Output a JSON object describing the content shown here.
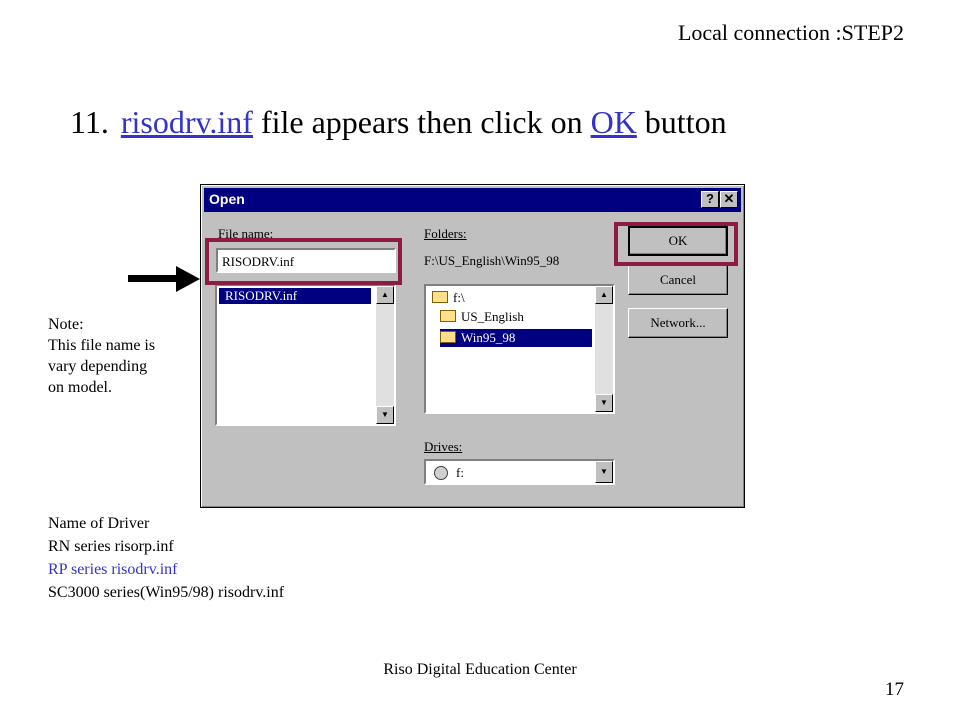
{
  "slide": {
    "header": "Local connection :STEP2",
    "step_number": "11.",
    "step_link_file": "risodrv.inf",
    "step_middle": " file appears then click on ",
    "step_link_ok": "OK",
    "step_end": " button",
    "note_title": "Note:",
    "note_lines": [
      "This file name is",
      "vary depending",
      "on model."
    ],
    "driver_list_title": "Name of Driver",
    "driver_rows": [
      "RN series   risorp.inf",
      "RP series   risodrv.inf",
      "SC3000 series(Win95/98) risodrv.inf"
    ],
    "footer": "Riso Digital Education Center",
    "page_number": "17",
    "highlight_color": "#8b1c44",
    "link_color": "#3333cc"
  },
  "dialog": {
    "title": "Open",
    "help_button": "?",
    "close_button": "✕",
    "file_name_label": "File name:",
    "file_name_value": "RISODRV.inf",
    "files": [
      "RISODRV.inf"
    ],
    "folders_label": "Folders:",
    "current_path": "F:\\US_English\\Win95_98",
    "folders": [
      "f:\\",
      "US_English",
      "Win95_98"
    ],
    "drives_label": "Drives:",
    "drive_value": "f:",
    "ok_label": "OK",
    "cancel_label": "Cancel",
    "network_label": "Network...",
    "titlebar_color": "#000080"
  }
}
